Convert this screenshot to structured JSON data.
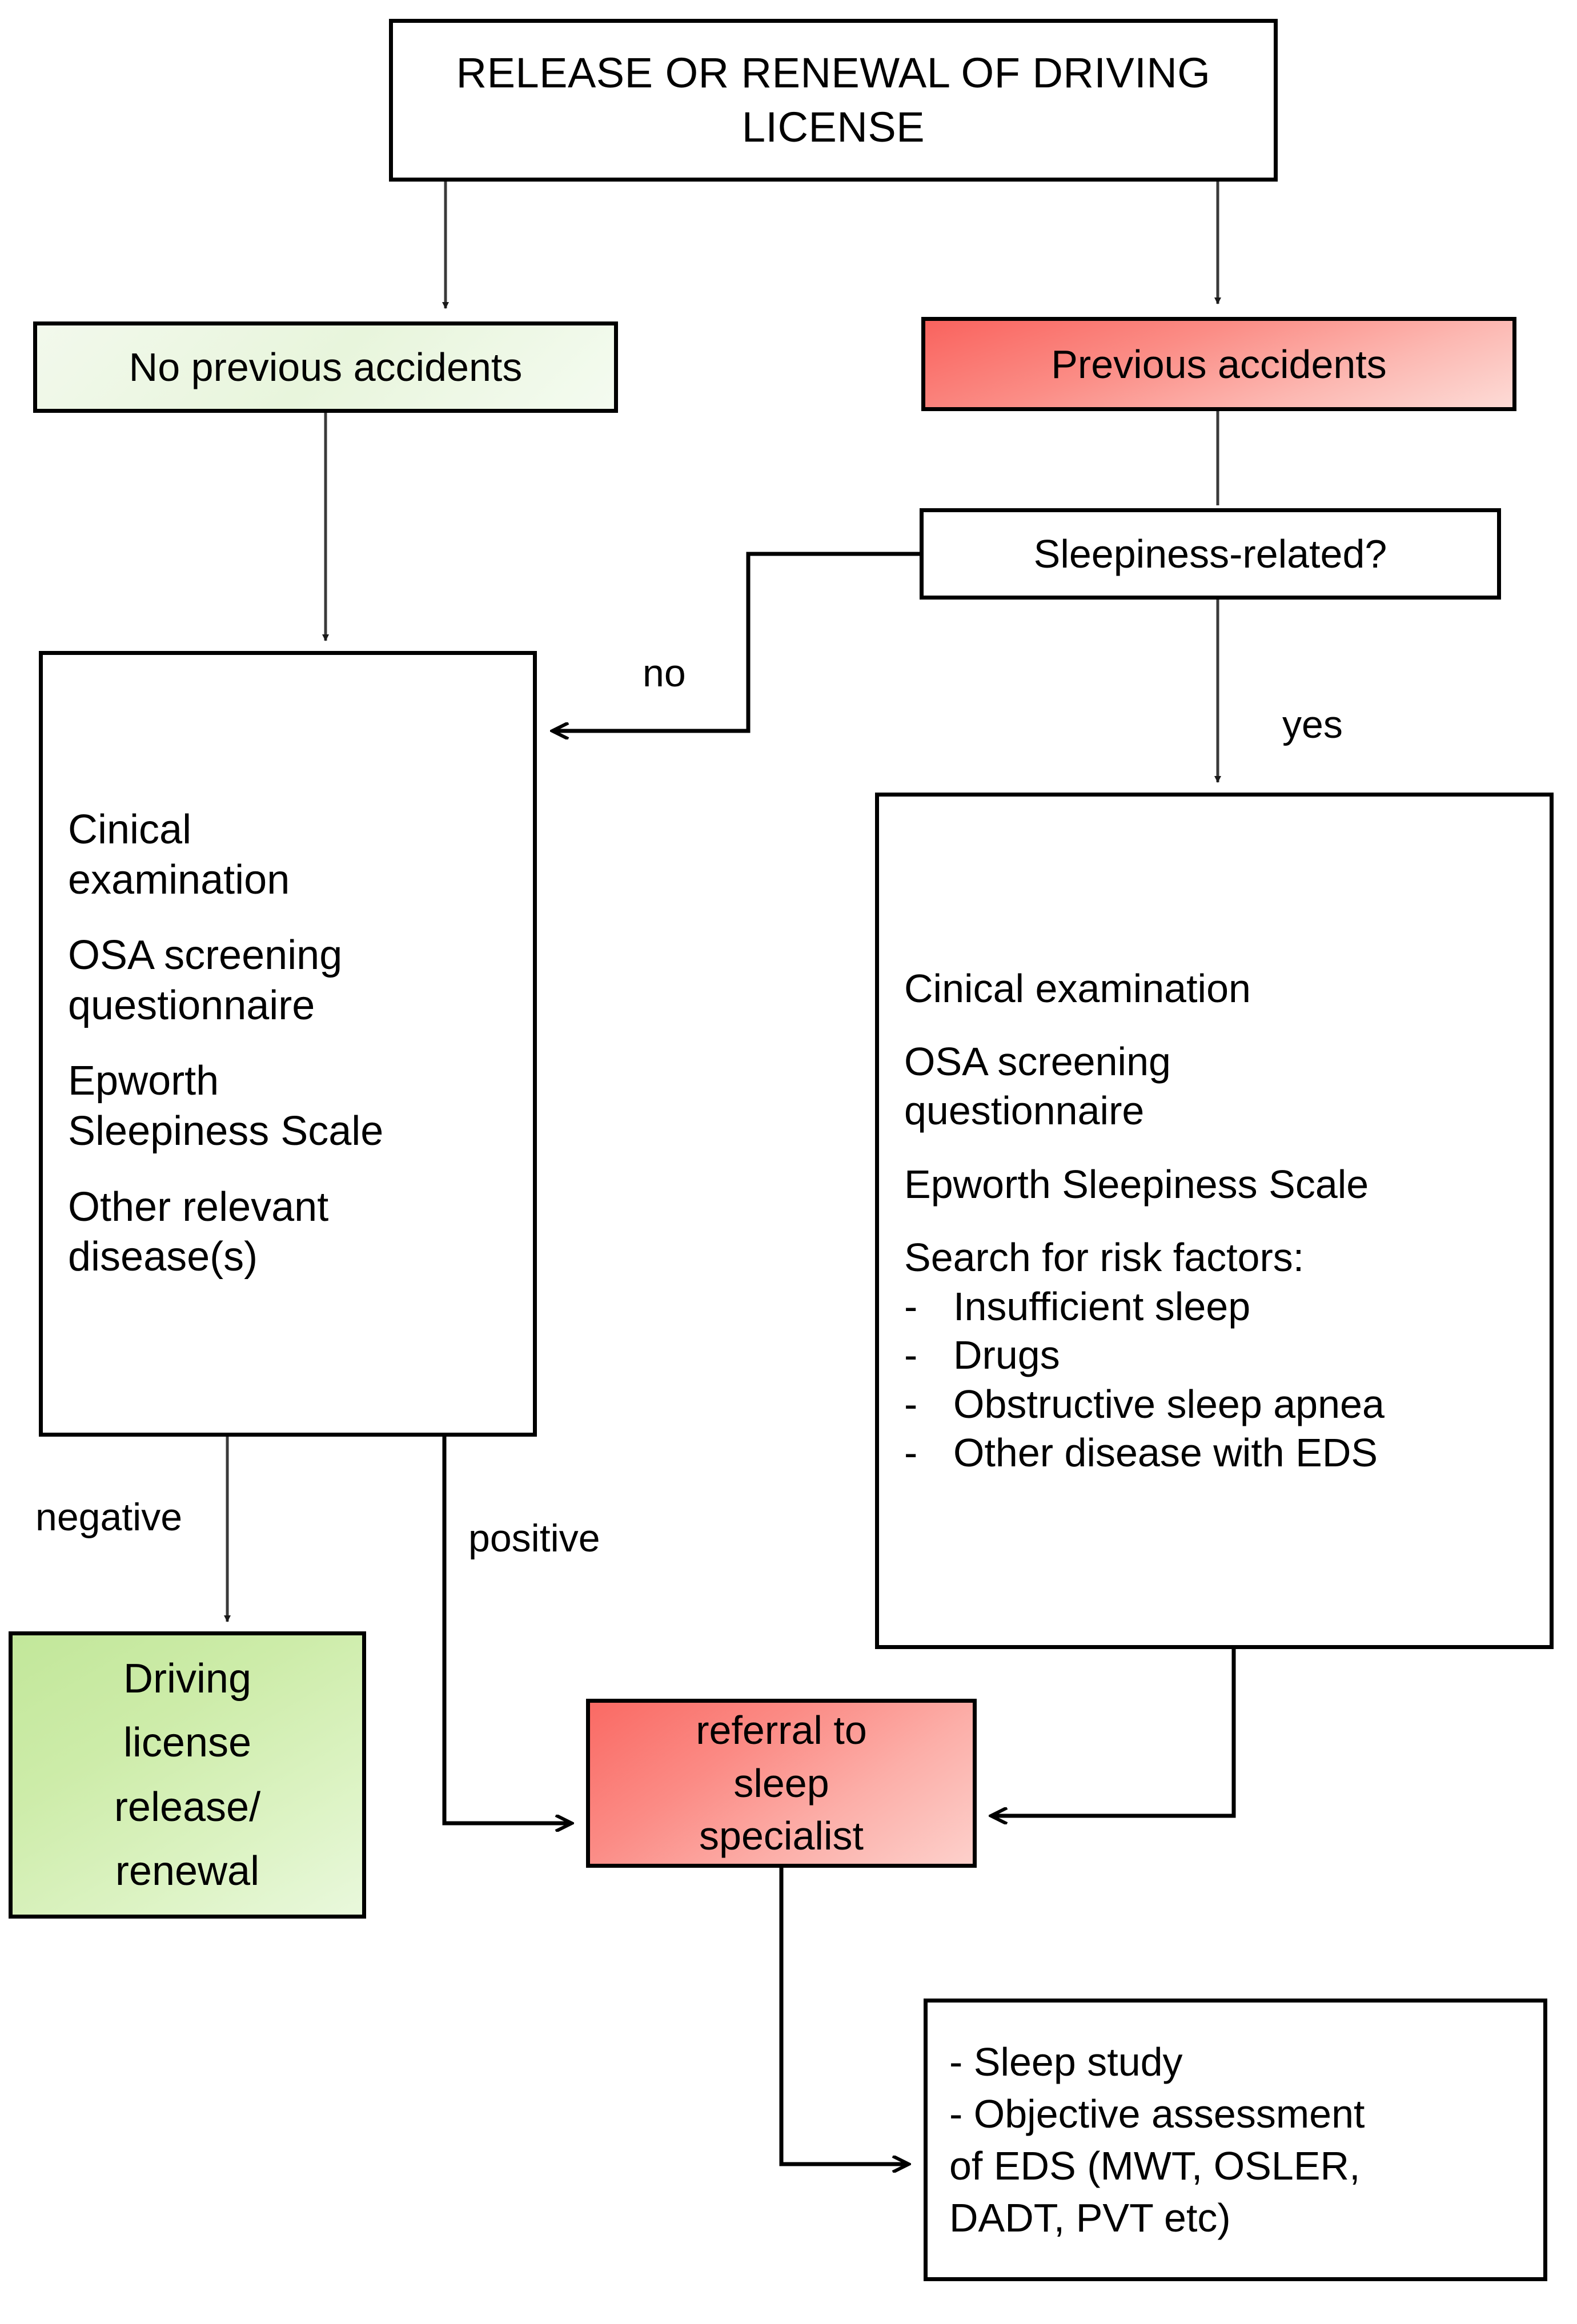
{
  "diagram": {
    "title": "RELEASE OR RENEWAL OF DRIVING LICENSE",
    "nodes": {
      "root": {
        "label": "RELEASE OR RENEWAL OF DRIVING LICENSE"
      },
      "no_previous_accidents": {
        "label": "No previous accidents",
        "color": "#e8f5dc"
      },
      "previous_accidents": {
        "label": "Previous accidents",
        "color": "#f9635e"
      },
      "sleepiness_related": {
        "label": "Sleepiness-related?"
      },
      "clinical_left": {
        "line1": "Cinical",
        "line2": "examination",
        "line3": "OSA screening",
        "line4": "questionnaire",
        "line5": "Epworth",
        "line6": "Sleepiness Scale",
        "line7": "Other relevant",
        "line8": "disease(s)"
      },
      "clinical_right": {
        "line1": "Cinical examination",
        "line2": "OSA screening",
        "line3": "questionnaire",
        "line4": "Epworth Sleepiness Scale",
        "line5": "Search for risk factors:",
        "dash": "-",
        "risk_factors": [
          "Insufficient sleep",
          "Drugs",
          "Obstructive sleep apnea",
          "Other disease with EDS"
        ]
      },
      "driving_license": {
        "line1": "Driving",
        "line2": "license",
        "line3": "release/",
        "line4": "renewal",
        "color": "#c2e79a"
      },
      "referral": {
        "line1": "referral to",
        "line2": "sleep",
        "line3": "specialist",
        "color": "#fa6a64"
      },
      "sleep_study": {
        "line1": "- Sleep study",
        "line2": "- Objective assessment",
        "line3": "of EDS (MWT, OSLER,",
        "line4": "DADT, PVT etc)"
      }
    },
    "edge_labels": {
      "no": "no",
      "yes": "yes",
      "negative": "negative",
      "positive": "positive"
    }
  }
}
